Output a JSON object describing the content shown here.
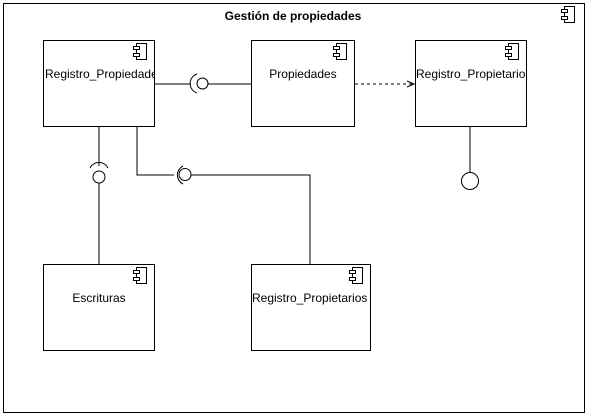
{
  "diagram": {
    "title": "Gestión de propiedades",
    "components": {
      "registro_propiedades": "Registro_Propiedades",
      "propiedades": "Propiedades",
      "registro_propietarios_top": "Registro_Propietarios",
      "escrituras": "Escrituras",
      "registro_propietarios_bottom": "Registro_Propietarios"
    }
  },
  "icons": {
    "component": "uml-component-icon",
    "provided_interface": "lollipop-interface-icon",
    "required_interface": "socket-interface-icon"
  },
  "colors": {
    "stroke": "#000000",
    "fill": "#ffffff"
  }
}
